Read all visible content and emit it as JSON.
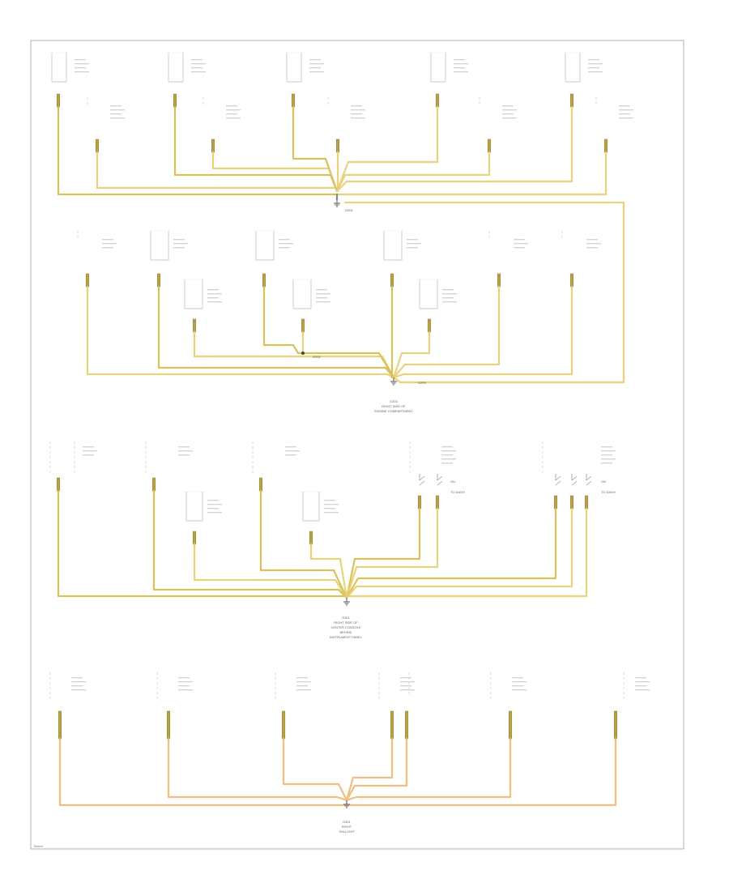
{
  "colors": {
    "wire_yellow": "#e8d27a",
    "wire_yellow_dark": "#d9c25a",
    "wire_orange": "#f2be80",
    "frame": "#bdbdbd",
    "component": "#cfcfcf",
    "background": "#ffffff"
  },
  "icons": {
    "connector": "connector-pin-icon",
    "ground": "ground-symbol-icon",
    "splice": "splice-dot-icon"
  },
  "sections": [
    {
      "id": "row1",
      "wire_color": "wire_yellow",
      "ground_labels": [
        "G201"
      ]
    },
    {
      "id": "row2",
      "wire_color": "wire_yellow",
      "ground_labels": [
        "G202",
        "G203"
      ],
      "caption": [
        "G203",
        "RIGHT SIDE OF",
        "ENGINE COMPARTMENT"
      ]
    },
    {
      "id": "row3",
      "wire_color": "wire_yellow",
      "ground_labels": [],
      "caption": [
        "G301",
        "RIGHT SIDE OF",
        "CENTER CONSOLE",
        "BEHIND",
        "INSTRUMENT PANEL"
      ],
      "switch_labels": [
        "ON",
        "TO DASH",
        "ON",
        "TO DASH"
      ]
    },
    {
      "id": "row4",
      "wire_color": "wire_orange",
      "ground_labels": [],
      "caption": [
        "G401",
        "RIGHT",
        "TAILLIGHT"
      ]
    }
  ],
  "footer_text": "Bosch"
}
